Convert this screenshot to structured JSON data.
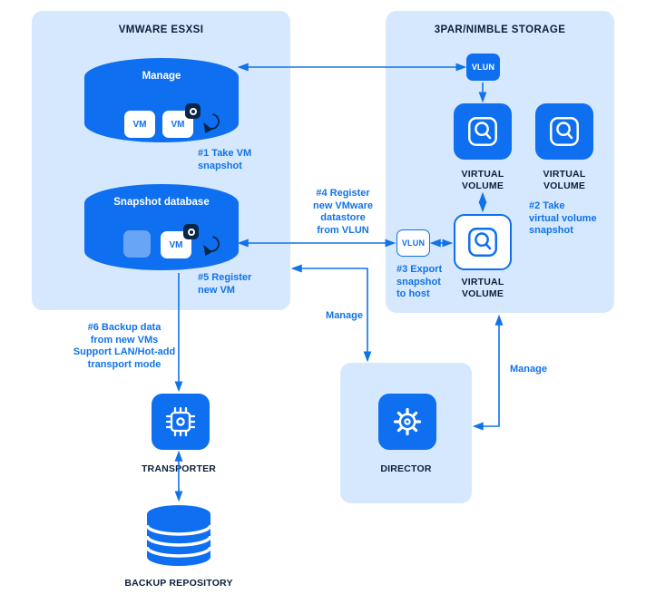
{
  "colors": {
    "accent": "#0e6ff0",
    "panel_bg": "#d6e8fd",
    "arrow": "#1173e8",
    "navy": "#0a2647"
  },
  "esxi": {
    "title": "VMWARE ESXSI",
    "manage_db_label": "Manage",
    "vm1_label": "VM",
    "vm2_label": "VM",
    "snapshot_db_label": "Snapshot database",
    "vm3_label": "VM",
    "step1": "#1 Take VM\nsnapshot",
    "step5": "#5 Register\nnew VM"
  },
  "storage": {
    "title": "3PAR/NIMBLE STORAGE",
    "vlun_top_label": "VLUN",
    "vlun_side_label": "VLUN",
    "volume1_label": "VIRTUAL VOLUME",
    "volume2_label": "VIRTUAL VOLUME",
    "volume3_label": "VIRTUAL VOLUME",
    "step2": "#2 Take\nvirtual volume\nsnapshot",
    "step3": "#3 Export\nsnapshot\nto host"
  },
  "annotations": {
    "step4": "#4 Register\nnew VMware\ndatastore\nfrom VLUN",
    "step6": "#6 Backup data\nfrom new VMs\nSupport LAN/Hot-add\ntransport mode",
    "manage_left": "Manage",
    "manage_right": "Manage"
  },
  "director": {
    "title": "DIRECTOR"
  },
  "transporter_label": "TRANSPORTER",
  "backup_repository_label": "BACKUP REPOSITORY"
}
